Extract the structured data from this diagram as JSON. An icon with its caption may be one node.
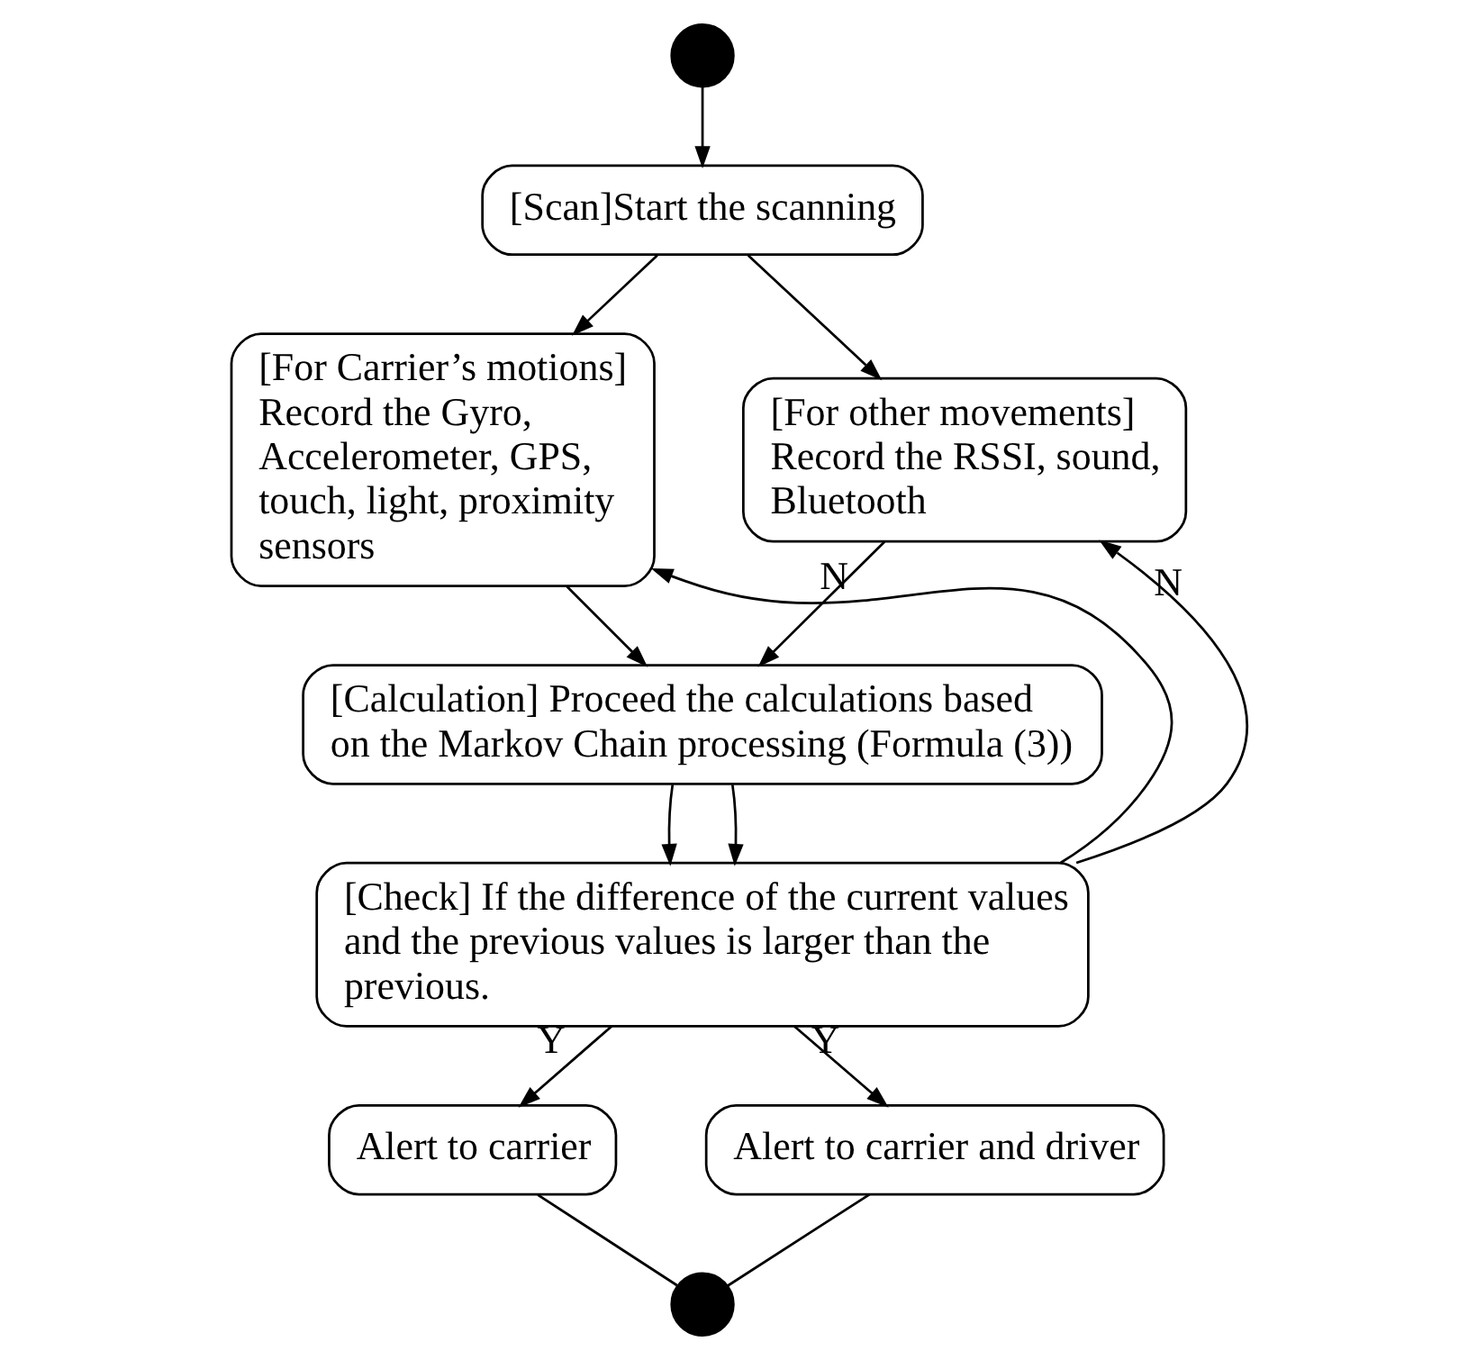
{
  "diagram": {
    "nodes": [
      {
        "text": [],
        "shape": "circle"
      },
      {
        "text": [
          "[Scan]Start the scanning"
        ]
      },
      {
        "text": [
          "[For Carrier’s motions]",
          "Record the Gyro, Accelerometer, GPS, touch, light, proximity sensors"
        ]
      },
      {
        "text": [
          "[For other movements]",
          "Record the RSSI, sound, Bluetooth"
        ]
      },
      {
        "text": [
          "[Calculation] Proceed the calculations based on the Markov Chain processing (Formula (3))"
        ]
      },
      {
        "text": [
          "[Check] If the difference of the current values and the previous values is larger than the previous."
        ]
      },
      {
        "text": [
          "Alert to carrier"
        ]
      },
      {
        "text": [
          "Alert to carrier and driver"
        ]
      },
      {
        "text": [],
        "shape": "circle"
      }
    ],
    "edges": [
      {
        "from": 0,
        "to": 1,
        "arrow": "to"
      },
      {
        "from": 1,
        "to": 2,
        "arrow": "to"
      },
      {
        "from": 1,
        "to": 3,
        "arrow": "to"
      },
      {
        "from": 2,
        "to": 4,
        "arrow": "to"
      },
      {
        "from": 3,
        "to": 4,
        "arrow": "to"
      },
      {
        "from": 4,
        "to": 5,
        "arrow": "to"
      },
      {
        "from": 4,
        "to": 5,
        "arrow": "to"
      },
      {
        "from": 5,
        "to": 2,
        "arrow": "to",
        "label": "N"
      },
      {
        "from": 5,
        "to": 3,
        "arrow": "to",
        "label": "N"
      },
      {
        "from": 5,
        "to": 6,
        "arrow": "to",
        "label": "Y"
      },
      {
        "from": 5,
        "to": 7,
        "arrow": "to",
        "label": "Y"
      },
      {
        "from": 6,
        "to": 8,
        "arrow": "none"
      },
      {
        "from": 7,
        "to": 8,
        "arrow": "none"
      }
    ]
  }
}
